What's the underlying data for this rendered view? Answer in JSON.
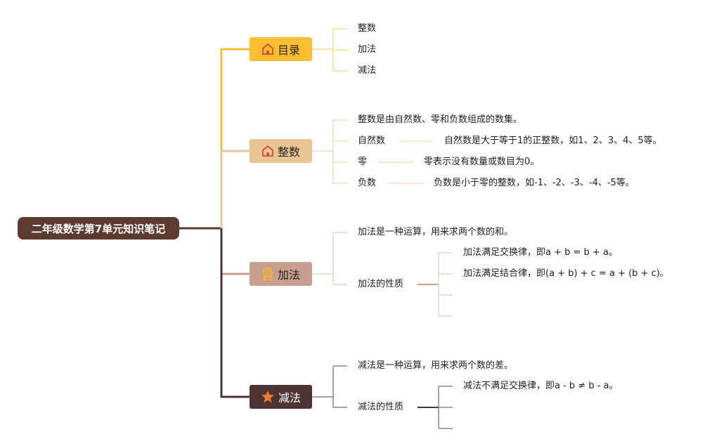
{
  "root": "二年级数学第7单元知识笔记",
  "branches": {
    "toc": {
      "label": "目录",
      "icon": "house-icon",
      "color": "#fbbd31",
      "children": [
        "整数",
        "加法",
        "减法"
      ]
    },
    "integers": {
      "label": "整数",
      "icon": "house-icon",
      "color": "#e9c594",
      "definition": "整数是由自然数、零和负数组成的数集。",
      "natural": {
        "label": "自然数",
        "detail": "自然数是大于等于1的正整数，如1、2、3、4、5等。"
      },
      "zero": {
        "label": "零",
        "detail": "零表示没有数量或数目为0。"
      },
      "negative": {
        "label": "负数",
        "detail": "负数是小于零的整数，如-1、-2、-3、-4、-5等。"
      }
    },
    "addition": {
      "label": "加法",
      "icon": "medal-icon",
      "color": "#c89f8f",
      "definition": "加法是一种运算，用来求两个数的和。",
      "properties_label": "加法的性质",
      "properties": [
        "加法满足交换律，即a + b = b + a。",
        "加法满足结合律，即(a + b) + c = a + (b + c)。"
      ]
    },
    "subtraction": {
      "label": "减法",
      "icon": "star-icon",
      "color": "#4d3333",
      "definition": "减法是一种运算，用来求两个数的差。",
      "properties_label": "减法的性质",
      "properties": [
        "减法不满足交换律，即a - b ≠ b - a。"
      ]
    }
  }
}
